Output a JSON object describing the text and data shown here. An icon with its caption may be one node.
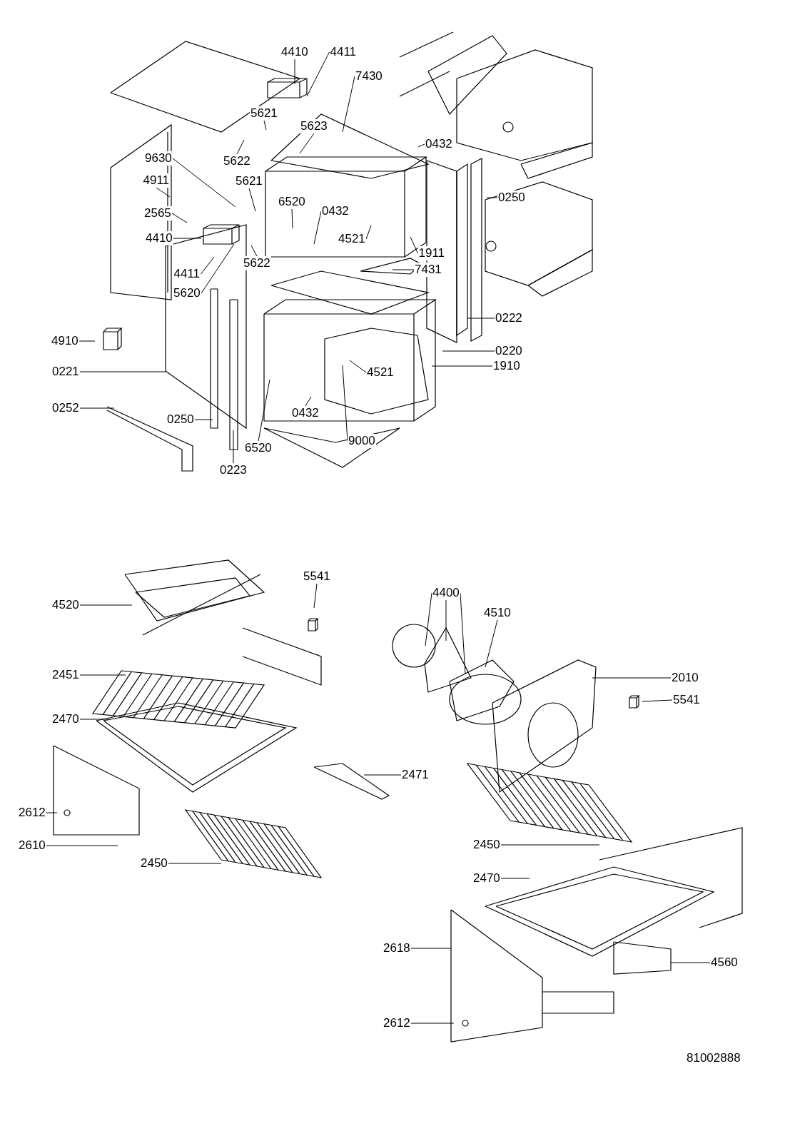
{
  "diagram": {
    "nodes": [
      {
        "text": [
          "4410"
        ]
      },
      {
        "text": [
          "4411"
        ]
      },
      {
        "text": [
          "7430"
        ]
      },
      {
        "text": [
          "5621"
        ]
      },
      {
        "text": [
          "5623"
        ]
      },
      {
        "text": [
          "5622"
        ]
      },
      {
        "text": [
          "0432"
        ]
      },
      {
        "text": [
          "9630"
        ]
      },
      {
        "text": [
          "4911"
        ]
      },
      {
        "text": [
          "5621"
        ]
      },
      {
        "text": [
          "6520"
        ]
      },
      {
        "text": [
          "0432"
        ]
      },
      {
        "text": [
          "0250"
        ]
      },
      {
        "text": [
          "2565"
        ]
      },
      {
        "text": [
          "4521"
        ]
      },
      {
        "text": [
          "4410"
        ]
      },
      {
        "text": [
          "1911"
        ]
      },
      {
        "text": [
          "5622"
        ]
      },
      {
        "text": [
          "7431"
        ]
      },
      {
        "text": [
          "4411"
        ]
      },
      {
        "text": [
          "5620"
        ]
      },
      {
        "text": [
          "0222"
        ]
      },
      {
        "text": [
          "4910"
        ]
      },
      {
        "text": [
          "0220"
        ]
      },
      {
        "text": [
          "4521"
        ]
      },
      {
        "text": [
          "1910"
        ]
      },
      {
        "text": [
          "0221"
        ]
      },
      {
        "text": [
          "0252"
        ]
      },
      {
        "text": [
          "0432"
        ]
      },
      {
        "text": [
          "0250"
        ]
      },
      {
        "text": [
          "9000"
        ]
      },
      {
        "text": [
          "6520"
        ]
      },
      {
        "text": [
          "0223"
        ]
      },
      {
        "text": [
          "5541"
        ]
      },
      {
        "text": [
          "4400"
        ]
      },
      {
        "text": [
          "4520"
        ]
      },
      {
        "text": [
          "4510"
        ]
      },
      {
        "text": [
          "2010"
        ]
      },
      {
        "text": [
          "2451"
        ]
      },
      {
        "text": [
          "5541"
        ]
      },
      {
        "text": [
          "2470"
        ]
      },
      {
        "text": [
          "2471"
        ]
      },
      {
        "text": [
          "2612"
        ]
      },
      {
        "text": [
          "2610"
        ]
      },
      {
        "text": [
          "2450"
        ]
      },
      {
        "text": [
          "2450"
        ]
      },
      {
        "text": [
          "2470"
        ]
      },
      {
        "text": [
          "4560"
        ]
      },
      {
        "text": [
          "2618"
        ]
      },
      {
        "text": [
          "2612"
        ]
      }
    ],
    "edges": [
      {
        "from": 0,
        "to": null,
        "arrow": "none"
      },
      {
        "from": 1,
        "to": null,
        "arrow": "none"
      },
      {
        "from": 2,
        "to": null,
        "arrow": "none"
      },
      {
        "from": 3,
        "to": null,
        "arrow": "none"
      },
      {
        "from": 4,
        "to": null,
        "arrow": "none"
      },
      {
        "from": 5,
        "to": null,
        "arrow": "none"
      },
      {
        "from": 6,
        "to": null,
        "arrow": "none"
      },
      {
        "from": 7,
        "to": null,
        "arrow": "none"
      },
      {
        "from": 8,
        "to": null,
        "arrow": "none"
      },
      {
        "from": 9,
        "to": null,
        "arrow": "none"
      },
      {
        "from": 10,
        "to": null,
        "arrow": "none"
      },
      {
        "from": 11,
        "to": null,
        "arrow": "none"
      },
      {
        "from": 12,
        "to": null,
        "arrow": "none"
      },
      {
        "from": 13,
        "to": null,
        "arrow": "none"
      },
      {
        "from": 14,
        "to": null,
        "arrow": "none"
      },
      {
        "from": 15,
        "to": null,
        "arrow": "none"
      },
      {
        "from": 16,
        "to": null,
        "arrow": "none"
      },
      {
        "from": 17,
        "to": null,
        "arrow": "none"
      },
      {
        "from": 18,
        "to": null,
        "arrow": "none"
      },
      {
        "from": 19,
        "to": null,
        "arrow": "none"
      },
      {
        "from": 20,
        "to": null,
        "arrow": "none"
      },
      {
        "from": 21,
        "to": null,
        "arrow": "none"
      },
      {
        "from": 22,
        "to": null,
        "arrow": "none"
      },
      {
        "from": 23,
        "to": null,
        "arrow": "none"
      },
      {
        "from": 24,
        "to": null,
        "arrow": "none"
      },
      {
        "from": 25,
        "to": null,
        "arrow": "none"
      },
      {
        "from": 26,
        "to": null,
        "arrow": "none"
      },
      {
        "from": 27,
        "to": null,
        "arrow": "none"
      },
      {
        "from": 28,
        "to": null,
        "arrow": "none"
      },
      {
        "from": 29,
        "to": null,
        "arrow": "none"
      },
      {
        "from": 30,
        "to": null,
        "arrow": "none"
      },
      {
        "from": 31,
        "to": null,
        "arrow": "none"
      },
      {
        "from": 32,
        "to": null,
        "arrow": "none"
      },
      {
        "from": 33,
        "to": null,
        "arrow": "none"
      },
      {
        "from": 34,
        "to": null,
        "arrow": "none"
      },
      {
        "from": 34,
        "to": null,
        "arrow": "none"
      },
      {
        "from": 34,
        "to": null,
        "arrow": "none"
      },
      {
        "from": 35,
        "to": null,
        "arrow": "none"
      },
      {
        "from": 36,
        "to": null,
        "arrow": "none"
      },
      {
        "from": 37,
        "to": null,
        "arrow": "none"
      },
      {
        "from": 38,
        "to": null,
        "arrow": "none"
      },
      {
        "from": 39,
        "to": null,
        "arrow": "none"
      },
      {
        "from": 40,
        "to": null,
        "arrow": "none"
      },
      {
        "from": 41,
        "to": null,
        "arrow": "none"
      },
      {
        "from": 42,
        "to": null,
        "arrow": "none"
      },
      {
        "from": 43,
        "to": null,
        "arrow": "none"
      },
      {
        "from": 44,
        "to": null,
        "arrow": "none"
      },
      {
        "from": 45,
        "to": null,
        "arrow": "none"
      },
      {
        "from": 46,
        "to": null,
        "arrow": "none"
      },
      {
        "from": 47,
        "to": null,
        "arrow": "none"
      },
      {
        "from": 48,
        "to": null,
        "arrow": "none"
      },
      {
        "from": 49,
        "to": null,
        "arrow": "none"
      }
    ],
    "labels": [
      "81002888"
    ]
  }
}
